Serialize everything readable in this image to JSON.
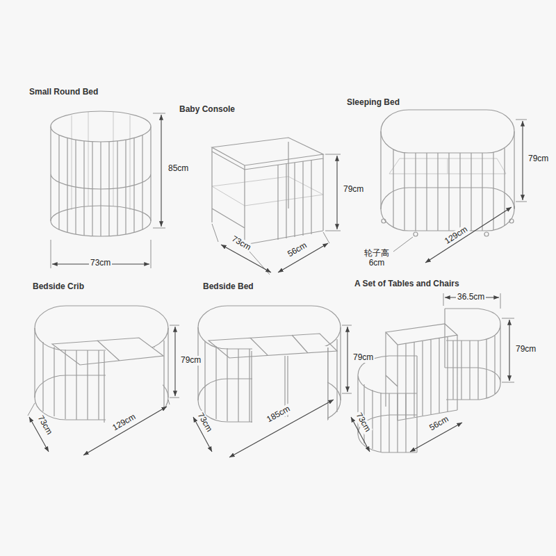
{
  "diagram": {
    "labels": [
      "Small Round Bed",
      "85cm",
      "73cm",
      "Baby Console",
      "79cm",
      "73cm",
      "56cm",
      "Sleeping Bed",
      "79cm",
      "轮子高 6cm",
      "129cm",
      "Bedside Crib",
      "79cm",
      "73cm",
      "129cm",
      "Bedside Bed",
      "79cm",
      "73cm",
      "185cm",
      "A Set of Tables and Chairs",
      "36.5cm",
      "79cm",
      "56cm",
      "73cm"
    ]
  }
}
